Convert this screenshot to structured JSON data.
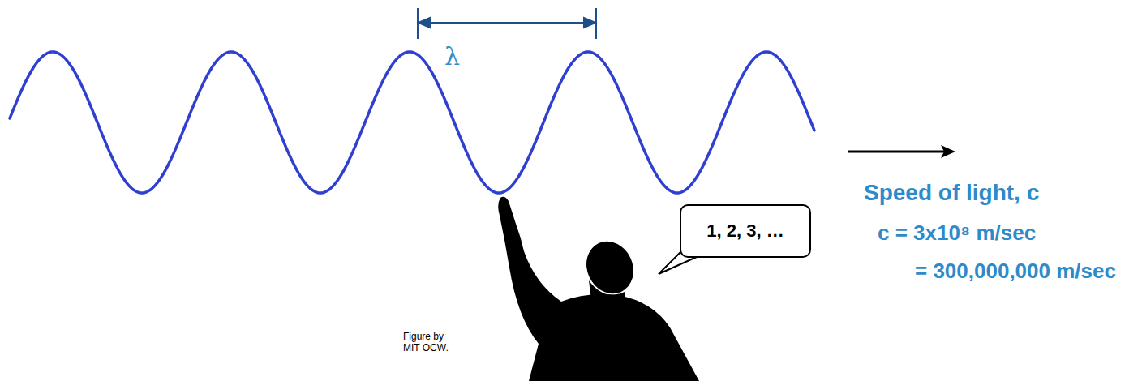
{
  "diagram": {
    "nodes": [
      {
        "text": [
          "1, 2, 3, …"
        ]
      }
    ],
    "labels": [
      "λ",
      "Speed of light, c",
      "c = 3x10⁸ m/sec",
      "= 300,000,000 m/sec",
      "Figure by MIT OCW."
    ]
  }
}
